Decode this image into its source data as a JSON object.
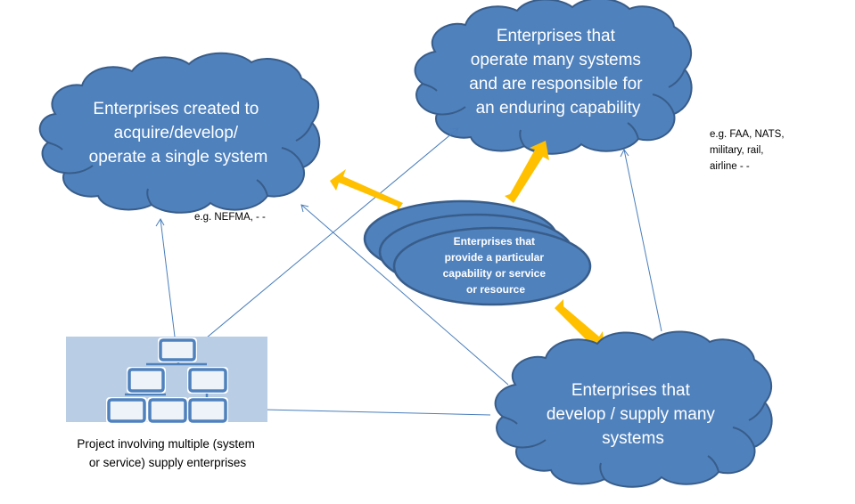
{
  "diagram": {
    "colors": {
      "shape_fill": "#4f81bd",
      "shape_stroke": "#385d8a",
      "connector": "#4a7ebb",
      "flow_arrow": "#ffc000",
      "project_bg": "#b9cde5",
      "text_on_shape": "#ffffff",
      "text_plain": "#000000"
    },
    "nodes": {
      "single_system": {
        "lines": [
          "Enterprises created to",
          "acquire/develop/",
          "operate a single system"
        ],
        "example": "e.g. NEFMA, - -"
      },
      "many_systems_operate": {
        "lines": [
          "Enterprises that",
          "operate many systems",
          "and are responsible for",
          "an enduring capability"
        ],
        "example": [
          "e.g. FAA, NATS,",
          "military, rail,",
          "airline - -"
        ]
      },
      "capability_provider": {
        "lines": [
          "Enterprises that",
          "provide a particular",
          "capability or service",
          "or resource"
        ]
      },
      "develop_supply": {
        "lines": [
          "Enterprises that",
          "develop / supply many",
          "systems"
        ]
      },
      "project": {
        "caption": [
          "Project involving multiple (system",
          "or service) supply enterprises"
        ]
      }
    },
    "edges": [
      {
        "from": "capability_provider",
        "to": "single_system",
        "style": "thick-yellow"
      },
      {
        "from": "capability_provider",
        "to": "many_systems_operate",
        "style": "thick-yellow"
      },
      {
        "from": "capability_provider",
        "to": "develop_supply",
        "style": "thick-yellow"
      },
      {
        "from": "project",
        "to": "single_system",
        "style": "thin-blue"
      },
      {
        "from": "project",
        "to": "many_systems_operate",
        "style": "thin-blue"
      },
      {
        "from": "develop_supply",
        "to": "single_system",
        "style": "thin-blue"
      },
      {
        "from": "develop_supply",
        "to": "many_systems_operate",
        "style": "thin-blue"
      },
      {
        "from": "develop_supply",
        "to": "project",
        "style": "thin-blue"
      }
    ]
  }
}
